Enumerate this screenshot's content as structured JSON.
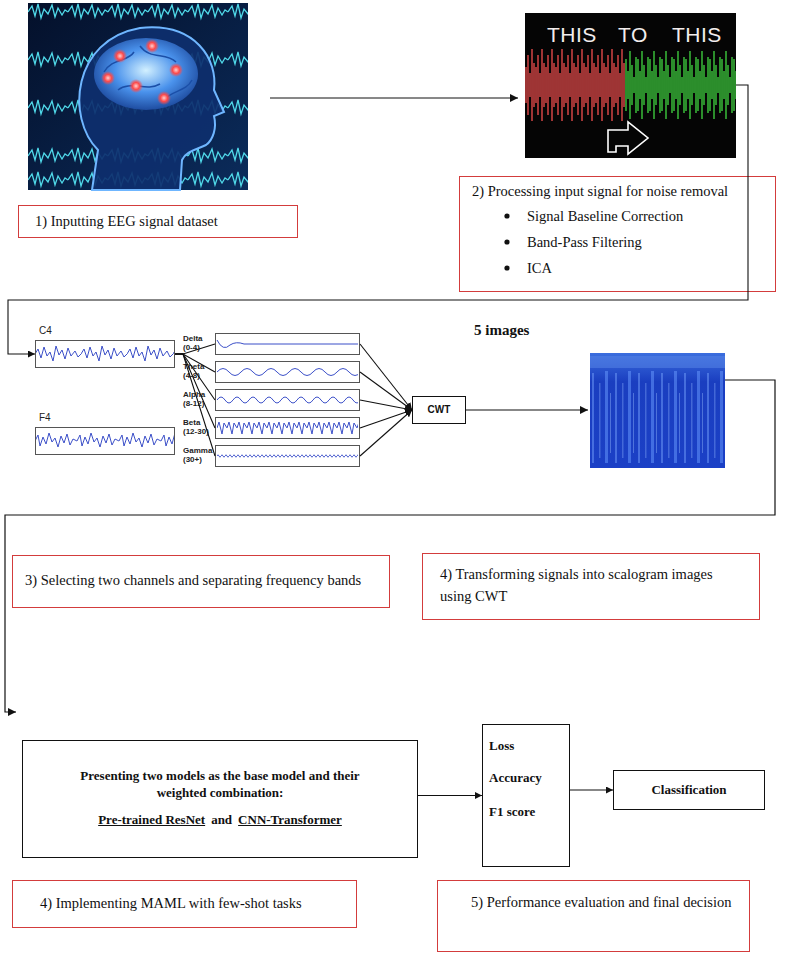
{
  "diagram": {
    "nodes": [
      {
        "text": [
          "1) Inputting EEG signal dataset"
        ]
      },
      {
        "text": [
          "THIS",
          "TO",
          "THIS"
        ]
      },
      {
        "text": [
          "2) Processing input signal for noise removal",
          "Signal Baseline Correction",
          "Band-Pass Filtering",
          "ICA"
        ]
      },
      {
        "text": [
          "C4"
        ]
      },
      {
        "text": [
          "F4"
        ]
      },
      {
        "text": [
          "Delta (0-4)"
        ]
      },
      {
        "text": [
          "Theta (4-8)"
        ]
      },
      {
        "text": [
          "Alpha (8-12)"
        ]
      },
      {
        "text": [
          "Beta (12-30)"
        ]
      },
      {
        "text": [
          "Gamma (30+)"
        ]
      },
      {
        "text": [
          "CWT"
        ]
      },
      {
        "text": [
          "3) Selecting two channels and separating frequency bands"
        ]
      },
      {
        "text": [
          "4) Transforming signals into scalogram images using CWT"
        ]
      },
      {
        "text": [
          "Presenting two models as the base model and their weighted combination:",
          "Pre-trained ResNet",
          "and",
          "CNN-Transformer"
        ]
      },
      {
        "text": [
          "Loss",
          "Accuracy",
          "F1 score"
        ]
      },
      {
        "text": [
          "Classification"
        ]
      },
      {
        "text": [
          "4) Implementing MAML with few-shot tasks"
        ]
      },
      {
        "text": [
          "5) Performance evaluation and final decision"
        ]
      }
    ],
    "edges": [
      {
        "from": 1,
        "to": 3,
        "arrow": "to"
      },
      {
        "from": 3,
        "to": 5,
        "arrow": "none"
      },
      {
        "from": 3,
        "to": 6,
        "arrow": "none"
      },
      {
        "from": 3,
        "to": 7,
        "arrow": "none"
      },
      {
        "from": 3,
        "to": 8,
        "arrow": "none"
      },
      {
        "from": 3,
        "to": 9,
        "arrow": "none"
      },
      {
        "from": 5,
        "to": 10,
        "arrow": "to"
      },
      {
        "from": 6,
        "to": 10,
        "arrow": "to"
      },
      {
        "from": 7,
        "to": 10,
        "arrow": "to"
      },
      {
        "from": 8,
        "to": 10,
        "arrow": "to"
      },
      {
        "from": 9,
        "to": 10,
        "arrow": "to"
      },
      {
        "from": 13,
        "to": 14,
        "arrow": "to"
      },
      {
        "from": 14,
        "to": 15,
        "arrow": "to"
      }
    ],
    "labels": [
      "5 images"
    ]
  }
}
